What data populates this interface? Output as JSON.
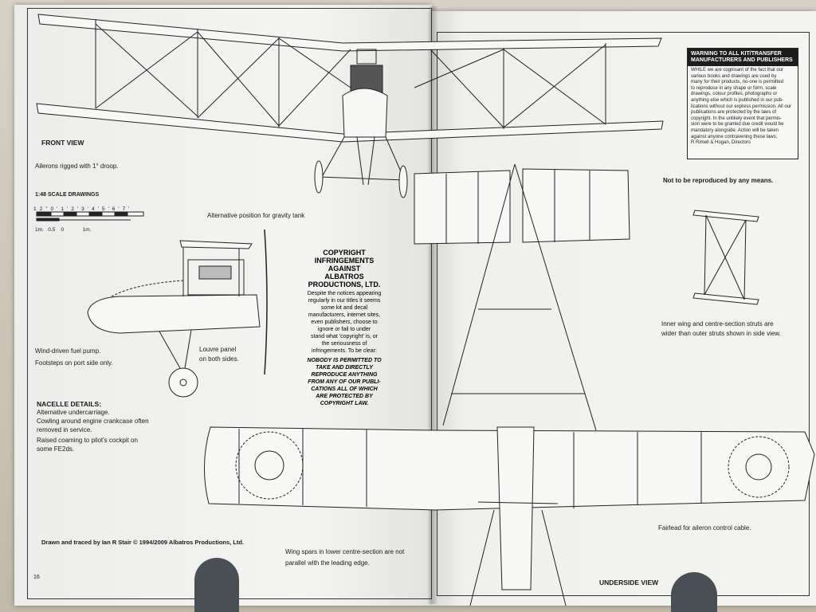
{
  "left_page": {
    "front_view_heading": "FRONT VIEW",
    "ailerons_note": "Ailerons rigged with 1° droop.",
    "scale_heading": "1:48 SCALE DRAWINGS",
    "scale_feet": [
      "12\"",
      "0'",
      "1'",
      "2'",
      "3'",
      "4'",
      "5'",
      "6'",
      "7'"
    ],
    "scale_metres": [
      "1m.",
      "0.5",
      "0",
      "1m."
    ],
    "gravity_tank_note": "Alternative position for gravity tank",
    "fuel_pump_note": [
      "Wind-driven fuel pump.",
      "Footsteps on port side only."
    ],
    "louvre_note": [
      "Louvre panel",
      "on both sides."
    ],
    "nacelle_heading": "NACELLE DETAILS:",
    "nacelle_lines": [
      "Alternative undercarriage.",
      "Cowling around engine crankcase often",
      "removed in service.",
      "Raised coaming to pilot's cockpit on",
      "some FE2ds."
    ],
    "credit": "Drawn and traced by Ian R Stair © 1994/2009 Albatros Productions, Ltd.",
    "page_number": "16",
    "spar_note": [
      "Wing spars in lower centre-section are not",
      "parallel with the leading edge."
    ]
  },
  "copyright_notice": {
    "title": [
      "COPYRIGHT",
      "INFRINGEMENTS",
      "AGAINST",
      "ALBATROS",
      "PRODUCTIONS, LTD."
    ],
    "body": [
      "Despite the notices appearing",
      "regularly in our titles it seems",
      "some kit and decal",
      "manufacturers, internet sites,",
      "even publishers, choose to",
      "ignore or fail to under",
      "stand what 'copyright' is, or",
      "the seriousness of",
      "infringements. To be clear:"
    ],
    "warning": [
      "NOBODY IS PERMITTED TO",
      "TAKE AND DIRECTLY",
      "REPRODUCE ANYTHING",
      "FROM ANY OF OUR PUBLI-",
      "CATIONS ALL OF WHICH",
      "ARE PROTECTED BY",
      "COPYRIGHT LAW."
    ]
  },
  "right_page": {
    "warning_box": {
      "head": [
        "WARNING TO ALL KIT/TRANSFER",
        "MANUFACTURERS AND PUBLISHERS"
      ],
      "body": [
        "WHILE we are cognisant of the fact that our",
        "various books and drawings are used by",
        "many for their products, no-one is permitted",
        "to reproduce in any shape or form, scale",
        "drawings, colour profiles, photographs or",
        "anything else which is published in our pub-",
        "lications without our express permission. All our",
        "publications are protected by the laws of",
        "copyright. In the unlikely event that permis-",
        "sion were to be granted due credit would be",
        "mandatory alongside. Action will be taken",
        "against anyone contravening these laws.",
        "R Rimell & Hogan, Directors"
      ]
    },
    "not_reproduced": "Not to be reproduced by any means.",
    "strut_note": [
      "Inner wing and centre-section struts are",
      "wider than outer struts shown in side view."
    ],
    "fairlead_note": "Fairlead for aileron control cable.",
    "underside_heading": "UNDERSIDE VIEW"
  }
}
